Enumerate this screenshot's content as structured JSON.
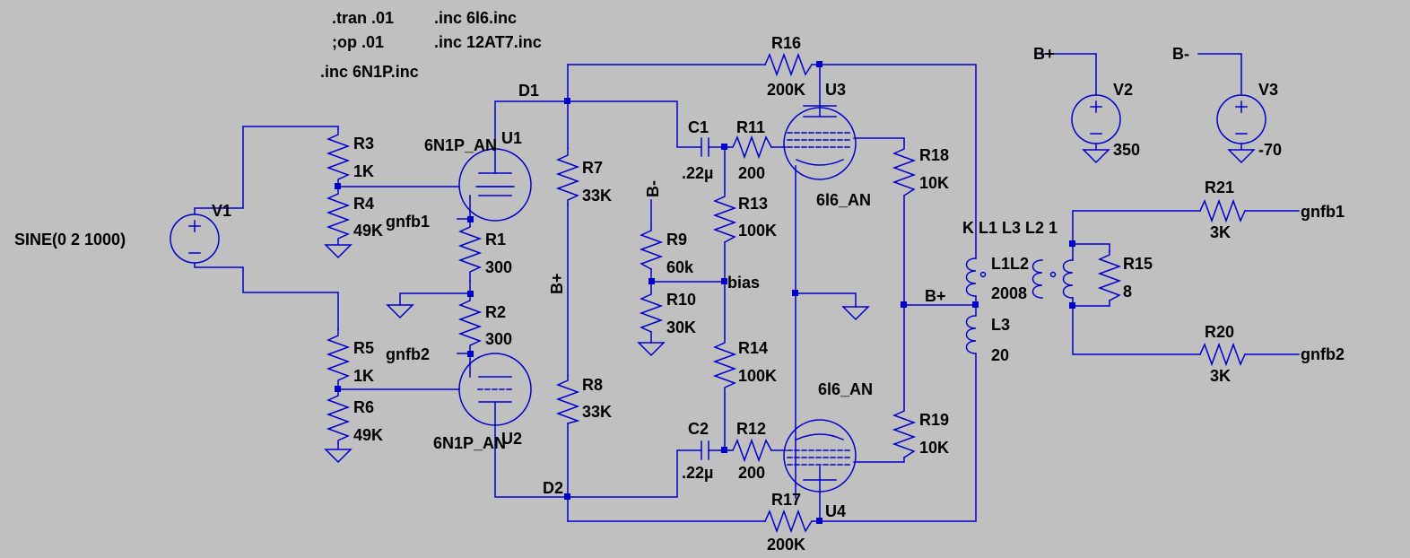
{
  "colors": {
    "background": "#c0c0c0",
    "wire": "#0000cc",
    "text": "#000000"
  },
  "directives": {
    "tran": ".tran .01",
    "op": ";op .01",
    "inc_6l6": ".inc 6l6.inc",
    "inc_12at7": ".inc 12AT7.inc",
    "inc_6n1p": ".inc 6N1P.inc"
  },
  "source_v1": {
    "name": "V1",
    "value": "SINE(0 2 1000)"
  },
  "supply_v2": {
    "name": "V2",
    "value": "350",
    "net": "B+"
  },
  "supply_v3": {
    "name": "V3",
    "value": "-70",
    "net": "B-"
  },
  "tubes": {
    "u1": {
      "name": "U1",
      "model": "6N1P_AN"
    },
    "u2": {
      "name": "U2",
      "model": "6N1P_AN"
    },
    "u3": {
      "name": "U3",
      "model": "6l6_AN"
    },
    "u4": {
      "name": "U4",
      "model": "6l6_AN"
    }
  },
  "resistors": {
    "r1": {
      "name": "R1",
      "value": "300"
    },
    "r2": {
      "name": "R2",
      "value": "300"
    },
    "r3": {
      "name": "R3",
      "value": "1K"
    },
    "r4": {
      "name": "R4",
      "value": "49K"
    },
    "r5": {
      "name": "R5",
      "value": "1K"
    },
    "r6": {
      "name": "R6",
      "value": "49K"
    },
    "r7": {
      "name": "R7",
      "value": "33K"
    },
    "r8": {
      "name": "R8",
      "value": "33K"
    },
    "r9": {
      "name": "R9",
      "value": "60k"
    },
    "r10": {
      "name": "R10",
      "value": "30K"
    },
    "r11": {
      "name": "R11",
      "value": "200"
    },
    "r12": {
      "name": "R12",
      "value": "200"
    },
    "r13": {
      "name": "R13",
      "value": "100K"
    },
    "r14": {
      "name": "R14",
      "value": "100K"
    },
    "r15": {
      "name": "R15",
      "value": "8"
    },
    "r16": {
      "name": "R16",
      "value": "200K"
    },
    "r17": {
      "name": "R17",
      "value": "200K"
    },
    "r18": {
      "name": "R18",
      "value": "10K"
    },
    "r19": {
      "name": "R19",
      "value": "10K"
    },
    "r20": {
      "name": "R20",
      "value": "3K"
    },
    "r21": {
      "name": "R21",
      "value": "3K"
    }
  },
  "capacitors": {
    "c1": {
      "name": "C1",
      "value": ".22µ"
    },
    "c2": {
      "name": "C2",
      "value": ".22µ"
    }
  },
  "inductors": {
    "l1l2": {
      "name": "L1L2",
      "value": "2008"
    },
    "l3": {
      "name": "L3",
      "value": "20"
    },
    "coupling": "K L1 L3 L2 1"
  },
  "nets": {
    "d1": "D1",
    "d2": "D2",
    "bias": "bias",
    "gnfb1": "gnfb1",
    "gnfb2": "gnfb2",
    "bplus": "B+",
    "bminus": "B-"
  }
}
